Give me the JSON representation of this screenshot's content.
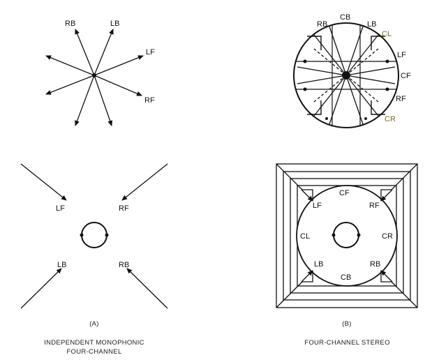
{
  "panel_a": {
    "top_labels": {
      "rb": "RB",
      "lb": "LB",
      "lf": "LF",
      "rf": "RF"
    },
    "bottom_labels": {
      "lf": "LF",
      "rf": "RF",
      "lb": "LB",
      "rb": "RB"
    },
    "panel_letter": "(A)",
    "caption_line1": "INDEPENDENT MONOPHONIC",
    "caption_line2": "FOUR-CHANNEL"
  },
  "panel_b": {
    "top_labels": {
      "rb": "RB",
      "cb": "CB",
      "lb": "LB",
      "cl": "CL",
      "lf": "LF",
      "cf": "CF",
      "rf": "RF",
      "cr": "CR"
    },
    "bottom_labels": {
      "lf": "LF",
      "cf": "CF",
      "rf": "RF",
      "cl": "CL",
      "cr": "CR",
      "lb": "LB",
      "cb": "CB",
      "rb": "RB"
    },
    "panel_letter": "(B)",
    "caption": "FOUR-CHANNEL STEREO"
  },
  "colors": {
    "ink": "#111111",
    "olive": "#7a6a18"
  }
}
